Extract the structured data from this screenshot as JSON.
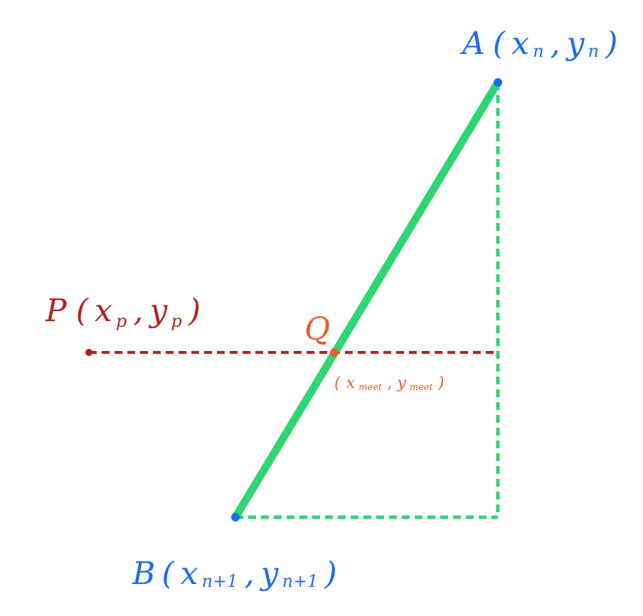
{
  "colors": {
    "point_label": "#1b6cf0",
    "p_label": "#b0241f",
    "q_label": "#ef5a2e",
    "segment": "#2ed573",
    "dashed_green": "#2ed573",
    "dashed_red": "#b0241f",
    "point_dot_blue": "#1b6cf0",
    "point_dot_red": "#b0241f",
    "point_dot_orange": "#ef5a2e"
  },
  "points": {
    "A": {
      "letter": "A",
      "open": "(",
      "x_var": "x",
      "x_sub": "n",
      "comma": ",",
      "y_var": "y",
      "y_sub": "n",
      "close": ")"
    },
    "B": {
      "letter": "B",
      "open": "(",
      "x_var": "x",
      "x_sub": "n+1",
      "comma": ",",
      "y_var": "y",
      "y_sub": "n+1",
      "close": ")"
    },
    "P": {
      "letter": "P",
      "open": "(",
      "x_var": "x",
      "x_sub": "p",
      "comma": ",",
      "y_var": "y",
      "y_sub": "p",
      "close": ")"
    },
    "Q": {
      "letter": "Q",
      "open": "(",
      "x_var": "x",
      "x_sub": "meet",
      "comma": ",",
      "y_var": "y",
      "y_sub": "meet",
      "close": ")"
    }
  }
}
